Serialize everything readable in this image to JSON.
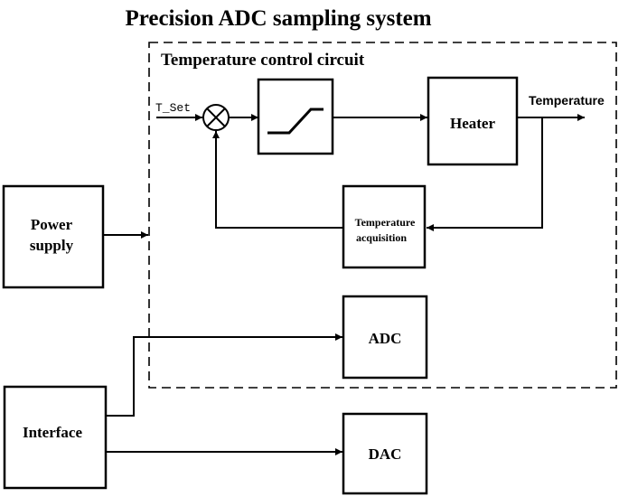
{
  "title": "Precision ADC sampling system",
  "temperature_control_circuit": {
    "label": "Temperature control circuit",
    "setpoint_label": "T_Set",
    "output_label": "Temperature",
    "heater_label": "Heater",
    "acquisition_label_line1": "Temperature",
    "acquisition_label_line2": "acquisition"
  },
  "blocks": {
    "power_supply_line1": "Power",
    "power_supply_line2": "supply",
    "interface_label": "Interface",
    "adc_label": "ADC",
    "dac_label": "DAC"
  }
}
